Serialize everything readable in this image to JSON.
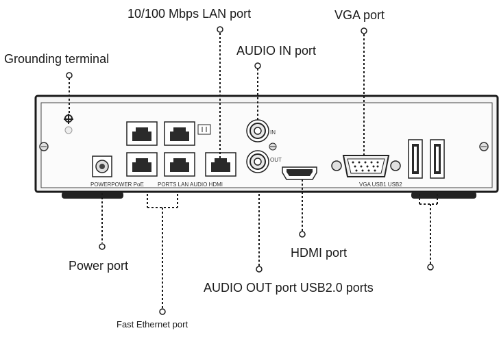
{
  "callouts": {
    "lan_port": "10/100 Mbps LAN port",
    "vga_port": "VGA port",
    "grounding_terminal": "Grounding terminal",
    "audio_in_port": "AUDIO IN port",
    "power_port": "Power port",
    "hdmi_port": "HDMI port",
    "audio_out_usb_ports": "AUDIO OUT port USB2.0 ports",
    "fast_ethernet_port": "Fast Ethernet port"
  },
  "panel_labels": {
    "power_poe_ports": "POWERPOWER PoE",
    "ports_lan_audio_hdmi": "PORTS LAN AUDIO HDMI",
    "vga_usb": "VGA USB1 USB2",
    "audio_in": "IN",
    "audio_out": "OUT"
  }
}
